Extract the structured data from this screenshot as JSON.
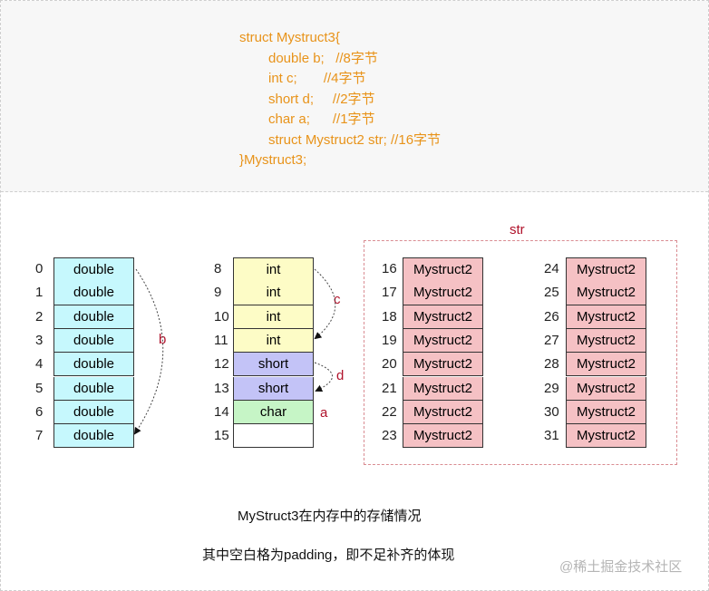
{
  "code": {
    "lines": [
      {
        "text": "struct Mystruct3{",
        "indent": false
      },
      {
        "text": "double b;   //8字节",
        "indent": true
      },
      {
        "text": "int c;       //4字节",
        "indent": true
      },
      {
        "text": "short d;     //2字节",
        "indent": true
      },
      {
        "text": "char a;      //1字节",
        "indent": true
      },
      {
        "text": "struct Mystruct2 str; //16字节",
        "indent": true
      },
      {
        "text": "}Mystruct3;",
        "indent": false
      }
    ]
  },
  "memory": {
    "double_block": {
      "indices": [
        "0",
        "1",
        "2",
        "3",
        "4",
        "5",
        "6",
        "7"
      ],
      "cells": [
        "double",
        "double",
        "double",
        "double",
        "double",
        "double",
        "double",
        "double"
      ]
    },
    "mid_block": {
      "indices": [
        "8",
        "9",
        "10",
        "11",
        "12",
        "13",
        "14",
        "15"
      ],
      "cells": [
        "int",
        "int",
        "int",
        "int",
        "short",
        "short",
        "char",
        ""
      ]
    },
    "str_block": {
      "label": "str",
      "left_indices": [
        "16",
        "17",
        "18",
        "19",
        "20",
        "21",
        "22",
        "23"
      ],
      "right_indices": [
        "24",
        "25",
        "26",
        "27",
        "28",
        "29",
        "30",
        "31"
      ],
      "left_cells": [
        "Mystruct2",
        "Mystruct2",
        "Mystruct2",
        "Mystruct2",
        "Mystruct2",
        "Mystruct2",
        "Mystruct2",
        "Mystruct2"
      ],
      "right_cells": [
        "Mystruct2",
        "Mystruct2",
        "Mystruct2",
        "Mystruct2",
        "Mystruct2",
        "Mystruct2",
        "Mystruct2",
        "Mystruct2"
      ]
    },
    "labels": {
      "b": "b",
      "c": "c",
      "d": "d",
      "a": "a"
    }
  },
  "captions": {
    "title": "MyStruct3在内存中的存储情况",
    "note": "其中空白格为padding，即不足补齐的体现"
  },
  "watermark": "@稀土掘金技术社区",
  "colors": {
    "code_text": "#e8931a",
    "double": "#c6f8fd",
    "int": "#fdfcc6",
    "short": "#c3c3f7",
    "char": "#c6f5c6",
    "mystruct2": "#f5c1c4",
    "label": "#b0122b"
  }
}
